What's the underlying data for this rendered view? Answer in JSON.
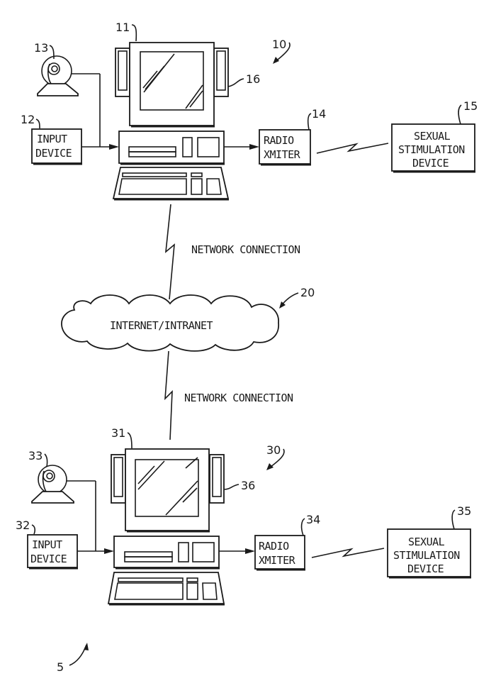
{
  "figure": {
    "overall_ref": "5",
    "systems": [
      {
        "ref": "10",
        "computer_ref": "11",
        "input_device": {
          "ref": "12",
          "lines": [
            "INPUT",
            "DEVICE"
          ]
        },
        "camera_ref": "13",
        "transmitter": {
          "ref": "14",
          "lines": [
            "RADIO",
            "XMITER"
          ]
        },
        "stim_device": {
          "ref": "15",
          "lines": [
            "SEXUAL",
            "STIMULATION",
            "DEVICE"
          ]
        },
        "speaker_ref": "16"
      },
      {
        "ref": "30",
        "computer_ref": "31",
        "input_device": {
          "ref": "32",
          "lines": [
            "INPUT",
            "DEVICE"
          ]
        },
        "camera_ref": "33",
        "transmitter": {
          "ref": "34",
          "lines": [
            "RADIO",
            "XMITER"
          ]
        },
        "stim_device": {
          "ref": "35",
          "lines": [
            "SEXUAL",
            "STIMULATION",
            "DEVICE"
          ]
        },
        "speaker_ref": "36"
      }
    ],
    "network": {
      "ref": "20",
      "label": "INTERNET/INTRANET"
    },
    "connections": [
      {
        "label": "NETWORK CONNECTION"
      },
      {
        "label": "NETWORK CONNECTION"
      }
    ]
  }
}
